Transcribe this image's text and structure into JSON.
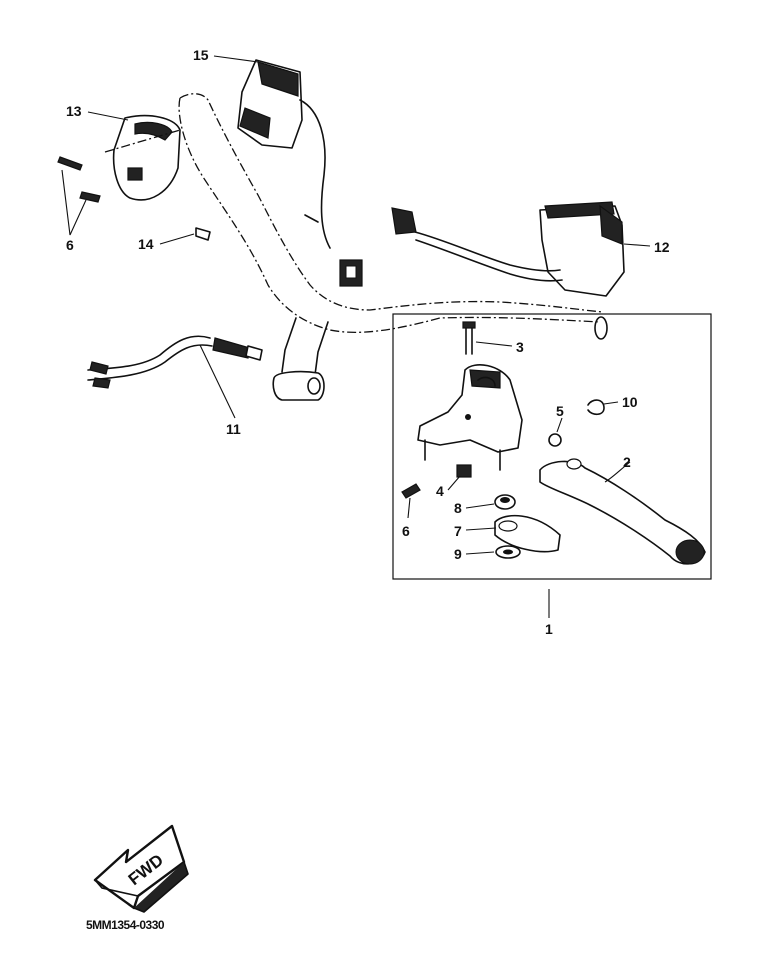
{
  "diagram": {
    "callouts": {
      "c1": "1",
      "c2": "2",
      "c3": "3",
      "c4": "4",
      "c5": "5",
      "c6a": "6",
      "c6b": "6",
      "c7": "7",
      "c8": "8",
      "c9": "9",
      "c10": "10",
      "c11": "11",
      "c12": "12",
      "c13": "13",
      "c14": "14",
      "c15": "15"
    },
    "direction_arrow_label": "FWD",
    "drawing_code": "5MM1354-0330"
  }
}
